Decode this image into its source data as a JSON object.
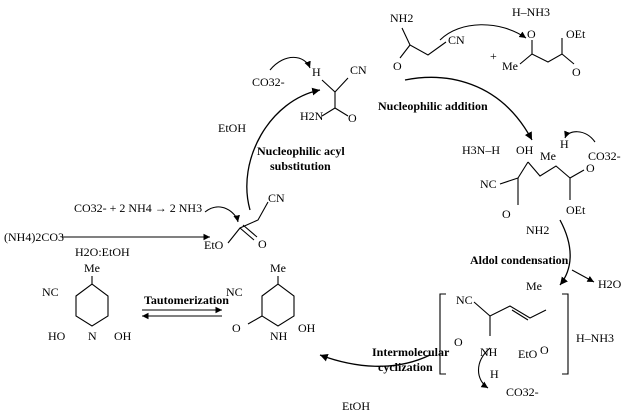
{
  "labels": {
    "nucleophilic_addition": "Nucleophilic addition",
    "nucleophilic_acyl": "Nucleophilic acyl",
    "substitution": "substitution",
    "aldol_condensation": "Aldol condensation",
    "intermolecular": "Intermolecular",
    "cyclization": "cyclization",
    "tautomerization": "Tautomerization"
  },
  "reagents": {
    "ammonium_carbonate": "(NH4)2CO3",
    "solvent": "H2O:EtOH",
    "equation": "CO32- + 2 NH4 → 2 NH3",
    "carbonate_top": "CO32-",
    "carbonate_right": "CO32-",
    "carbonate_bottom": "CO32-",
    "etoh_left": "EtOH",
    "etoh_bottom": "EtOH",
    "water": "H2O",
    "ammonium_top": "H–NH3",
    "ammonium_mid": "H3N–H",
    "ammonium_right": "H–NH3"
  },
  "atoms": {
    "nh2": "NH2",
    "h2n": "H2N",
    "cn": "CN",
    "nc": "NC",
    "o": "O",
    "oet": "OEt",
    "eto": "EtO",
    "me": "Me",
    "oh": "OH",
    "ho": "HO",
    "h": "H",
    "n": "N",
    "nh": "NH",
    "plus": "+"
  }
}
